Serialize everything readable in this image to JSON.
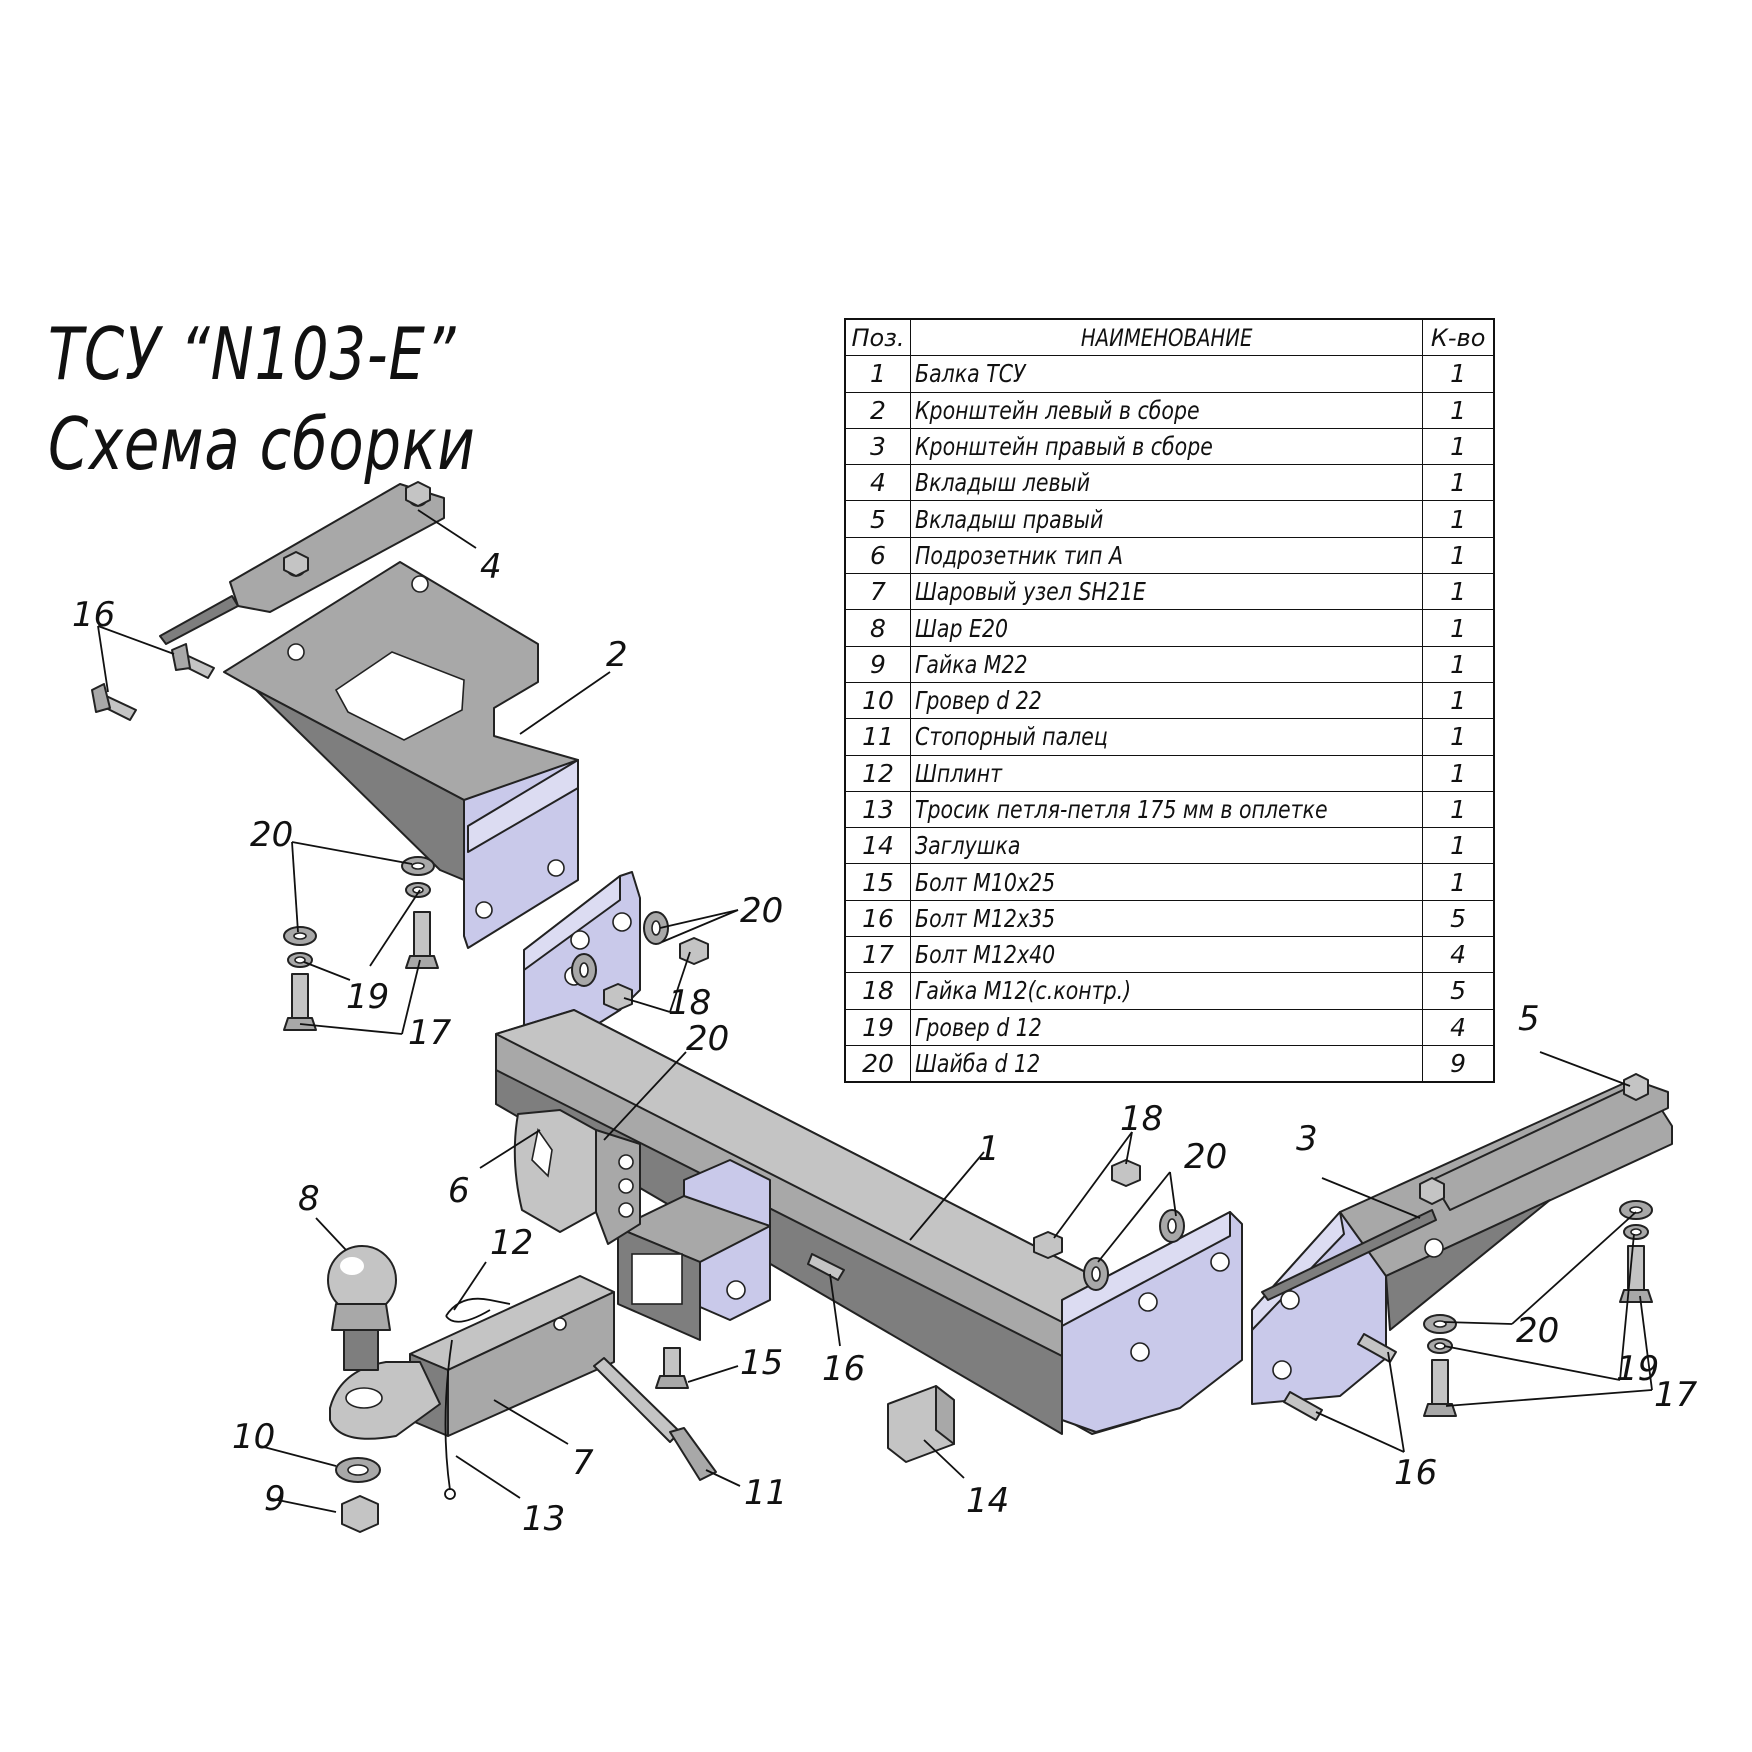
{
  "title": {
    "line1": "ТСУ “N103-E”",
    "line2": "Схема сборки"
  },
  "table": {
    "headers": {
      "pos": "Поз.",
      "name": "НАИМЕНОВАНИЕ",
      "qty": "К-во"
    },
    "rows": [
      {
        "pos": "1",
        "name": "Балка ТСУ",
        "qty": "1"
      },
      {
        "pos": "2",
        "name": "Кронштейн левый в сборе",
        "qty": "1"
      },
      {
        "pos": "3",
        "name": "Кронштейн правый в сборе",
        "qty": "1"
      },
      {
        "pos": "4",
        "name": "Вкладыш левый",
        "qty": "1"
      },
      {
        "pos": "5",
        "name": "Вкладыш правый",
        "qty": "1"
      },
      {
        "pos": "6",
        "name": "Подрозетник тип А",
        "qty": "1"
      },
      {
        "pos": "7",
        "name": "Шаровый узел SH21E",
        "qty": "1"
      },
      {
        "pos": "8",
        "name": "Шар E20",
        "qty": "1"
      },
      {
        "pos": "9",
        "name": "Гайка М22",
        "qty": "1"
      },
      {
        "pos": "10",
        "name": "Гровер d 22",
        "qty": "1"
      },
      {
        "pos": "11",
        "name": "Стопорный палец",
        "qty": "1"
      },
      {
        "pos": "12",
        "name": "Шплинт",
        "qty": "1"
      },
      {
        "pos": "13",
        "name": "Тросик петля-петля 175 мм в оплетке",
        "qty": "1"
      },
      {
        "pos": "14",
        "name": "Заглушка",
        "qty": "1"
      },
      {
        "pos": "15",
        "name": "Болт М10х25",
        "qty": "1"
      },
      {
        "pos": "16",
        "name": "Болт М12х35",
        "qty": "5"
      },
      {
        "pos": "17",
        "name": "Болт М12х40",
        "qty": "4"
      },
      {
        "pos": "18",
        "name": "Гайка М12(с.контр.)",
        "qty": "5"
      },
      {
        "pos": "19",
        "name": "Гровер d 12",
        "qty": "4"
      },
      {
        "pos": "20",
        "name": "Шайба d 12",
        "qty": "9"
      }
    ]
  },
  "callouts": {
    "c1": "1",
    "c2": "2",
    "c3": "3",
    "c4": "4",
    "c5": "5",
    "c6": "6",
    "c7": "7",
    "c8": "8",
    "c9": "9",
    "c10": "10",
    "c11": "11",
    "c12": "12",
    "c13": "13",
    "c14": "14",
    "c15": "15",
    "c16a": "16",
    "c16b": "16",
    "c16c": "16",
    "c17a": "17",
    "c17b": "17",
    "c18a": "18",
    "c18b": "18",
    "c19a": "19",
    "c19b": "19",
    "c20a": "20",
    "c20b": "20",
    "c20c": "20",
    "c20d": "20",
    "c20e": "20"
  },
  "colors": {
    "steel": "#a8a8a8",
    "bracket_face": "#c9c9ea",
    "line": "#111111"
  }
}
